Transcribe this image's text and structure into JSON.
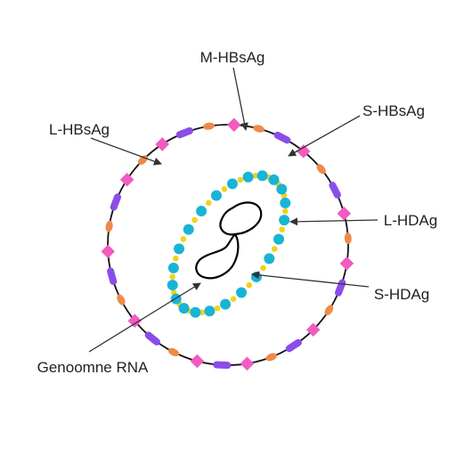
{
  "labels": {
    "m_hbsag": "M-HBsAg",
    "s_hbsag": "S-HBsAg",
    "l_hbsag": "L-HBsAg",
    "l_hdag": "L-HDAg",
    "s_hdag": "S-HDAg",
    "genome_rna": "Genoomne RNA"
  },
  "colors": {
    "envelope_line": "#111111",
    "l_hbsag_pink": "#f25bc2",
    "m_hbsag_purple": "#8a4de8",
    "s_hbsag_orange": "#ee8a4a",
    "hdag_cyan": "#18b4d6",
    "hdag_yellow": "#f2d21a",
    "rna_black": "#000000",
    "text": "#222222",
    "leader_line": "#333333"
  },
  "icons": {
    "l_hbsag": "pink-diamond-icon",
    "m_hbsag": "purple-bar-icon",
    "s_hbsag": "orange-oval-icon",
    "s_hdag": "cyan-circle-icon",
    "l_hdag": "yellow-dot-icon"
  }
}
